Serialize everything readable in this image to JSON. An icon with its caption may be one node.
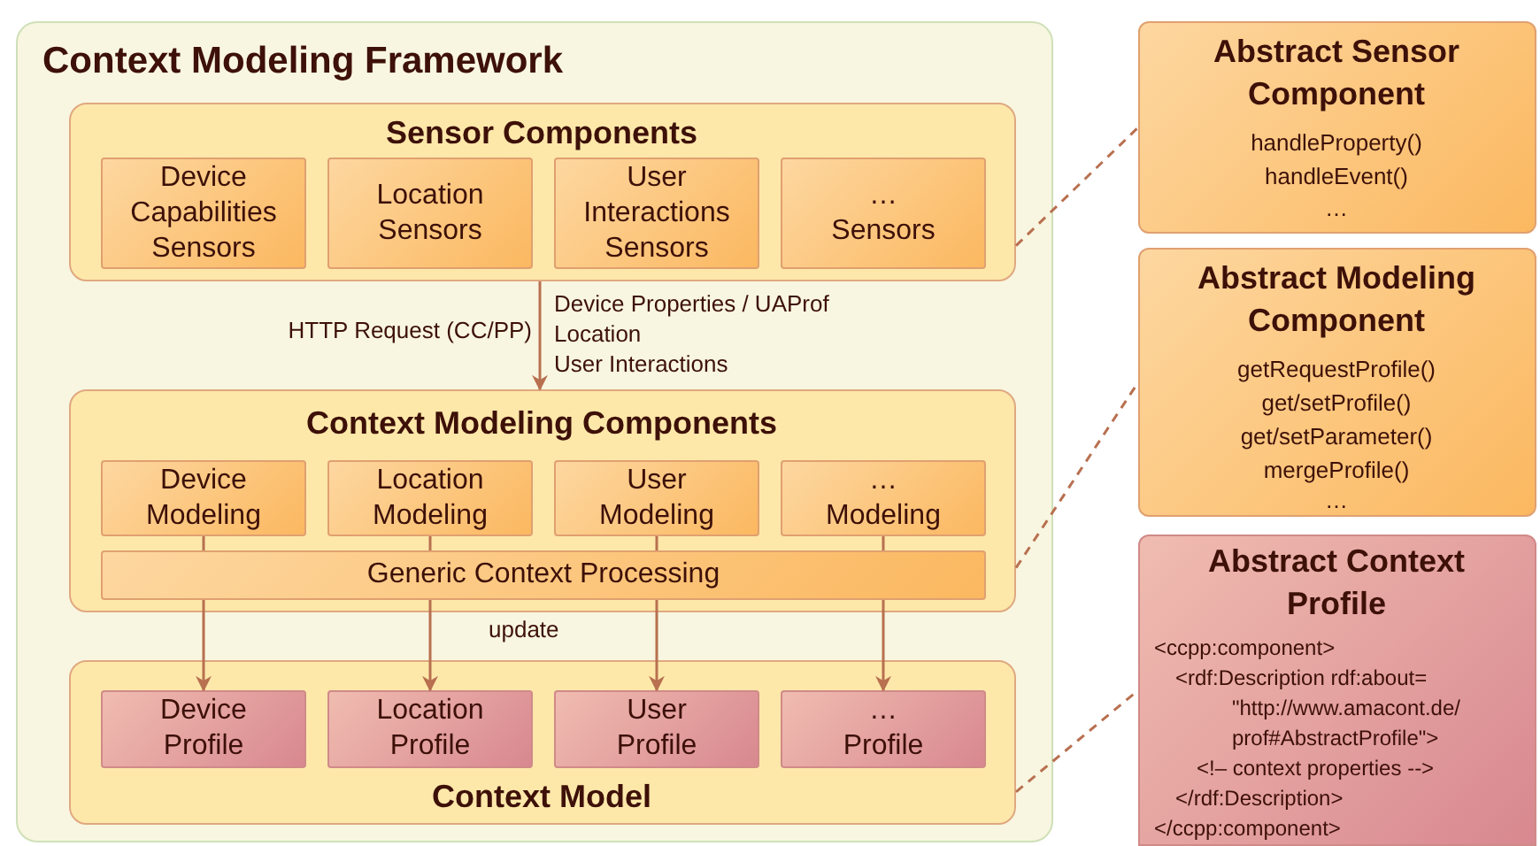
{
  "diagram": {
    "nodes": [
      {
        "text": [
          "Context Modeling Framework"
        ]
      },
      {
        "text": [
          "Sensor Components"
        ],
        "in": 0
      },
      {
        "text": [
          "Device Capabilities Sensors"
        ],
        "in": 1
      },
      {
        "text": [
          "Location Sensors"
        ],
        "in": 1
      },
      {
        "text": [
          "User Interactions Sensors"
        ],
        "in": 1
      },
      {
        "text": [
          "… Sensors"
        ],
        "in": 1
      },
      {
        "text": [
          "Context Modeling Components"
        ],
        "in": 0
      },
      {
        "text": [
          "Device Modeling"
        ],
        "in": 6
      },
      {
        "text": [
          "Location Modeling"
        ],
        "in": 6
      },
      {
        "text": [
          "User Modeling"
        ],
        "in": 6
      },
      {
        "text": [
          "… Modeling"
        ],
        "in": 6
      },
      {
        "text": [
          "Generic Context Processing"
        ],
        "in": 6
      },
      {
        "text": [
          "Context Model"
        ],
        "in": 0
      },
      {
        "text": [
          "Device Profile"
        ],
        "in": 12
      },
      {
        "text": [
          "Location Profile"
        ],
        "in": 12
      },
      {
        "text": [
          "User Profile"
        ],
        "in": 12
      },
      {
        "text": [
          "… Profile"
        ],
        "in": 12
      },
      {
        "text": [
          "Abstract Sensor Component",
          "handleProperty()",
          "handleEvent()",
          "…"
        ]
      },
      {
        "text": [
          "Abstract Modeling Component",
          "getRequestProfile()",
          "get/setProfile()",
          "get/setParameter()",
          "mergeProfile()",
          "…"
        ]
      },
      {
        "text": [
          "Abstract Context Profile",
          "<ccpp:component>",
          "<rdf:Description rdf:about=",
          "\"http://www.amacont.de/",
          "prof#AbstractProfile\">",
          "<!– context properties -->",
          "</rdf:Description>",
          "</ccpp:component>"
        ]
      }
    ],
    "edges": [
      {
        "from": 1,
        "to": 6,
        "arrow": "to",
        "label": "HTTP Request (CC/PP)"
      },
      {
        "from": 7,
        "to": 11,
        "arrow": "none"
      },
      {
        "from": 8,
        "to": 11,
        "arrow": "none"
      },
      {
        "from": 9,
        "to": 11,
        "arrow": "none"
      },
      {
        "from": 10,
        "to": 11,
        "arrow": "none"
      },
      {
        "from": 11,
        "to": 13,
        "arrow": "to"
      },
      {
        "from": 11,
        "to": 14,
        "arrow": "to"
      },
      {
        "from": 11,
        "to": 15,
        "arrow": "to"
      },
      {
        "from": 11,
        "to": 16,
        "arrow": "to"
      },
      {
        "from": 1,
        "to": 17,
        "arrow": "none",
        "style": "dashed"
      },
      {
        "from": 6,
        "to": 18,
        "arrow": "none",
        "style": "dashed"
      },
      {
        "from": 12,
        "to": 19,
        "arrow": "none",
        "style": "dashed"
      }
    ],
    "labels": [
      "Device Properties / UAProf",
      "Location",
      "User Interactions",
      "update"
    ]
  }
}
